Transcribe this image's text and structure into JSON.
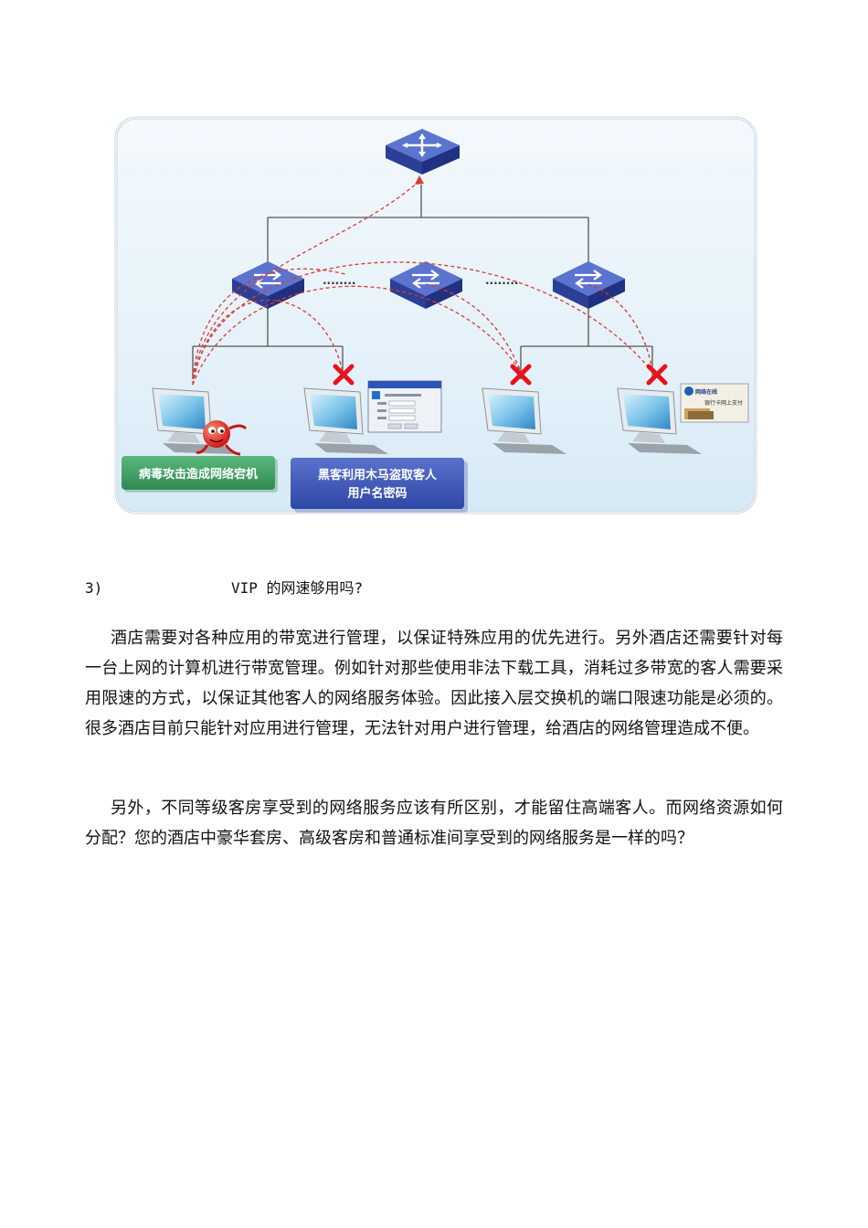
{
  "figure": {
    "label_virus": "病毒攻击造成网络宕机",
    "label_hacker_line1": "黑客利用木马盗取客人",
    "label_hacker_line2": "用户名密码",
    "ellipsis_left": "........",
    "ellipsis_right": "........",
    "dialog_title": "",
    "bank_logo_text": "网络在线",
    "bank_caption": "银行卡网上支付",
    "colors": {
      "switch_blue": "#3d56b8",
      "attack_line": "#d93a2f",
      "green_label": "#3f9e62",
      "blue_label": "#3f59b8",
      "panel_bg": "#e4f1fa"
    }
  },
  "section": {
    "number": "3)",
    "title": "VIP 的网速够用吗?"
  },
  "paragraphs": {
    "p1": "酒店需要对各种应用的带宽进行管理，以保证特殊应用的优先进行。另外酒店还需要针对每一台上网的计算机进行带宽管理。例如针对那些使用非法下载工具，消耗过多带宽的客人需要采用限速的方式，以保证其他客人的网络服务体验。因此接入层交换机的端口限速功能是必须的。很多酒店目前只能针对应用进行管理，无法针对用户进行管理，给酒店的网络管理造成不便。",
    "p2": "另外，不同等级客房享受到的网络服务应该有所区别，才能留住高端客人。而网络资源如何分配？您的酒店中豪华套房、高级客房和普通标准间享受到的网络服务是一样的吗？"
  }
}
